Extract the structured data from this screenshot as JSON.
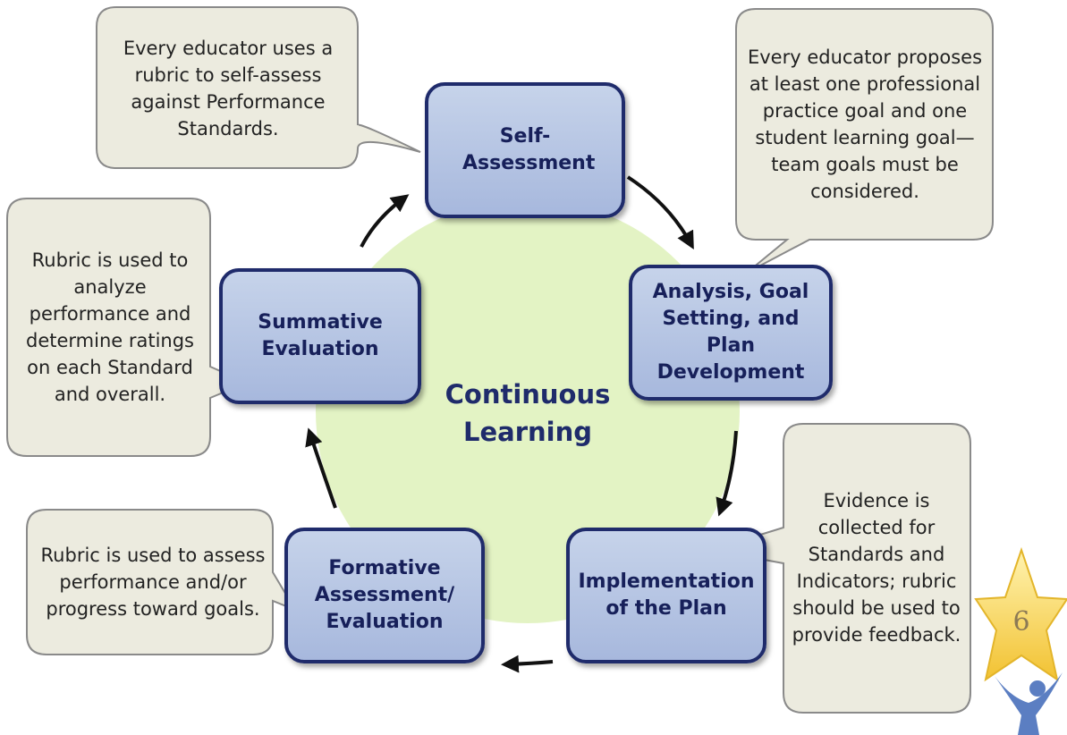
{
  "center": {
    "label": "Continuous Learning"
  },
  "stages": [
    {
      "id": "self-assessment",
      "label": "Self-Assessment"
    },
    {
      "id": "analysis",
      "label": "Analysis, Goal Setting, and Plan Development"
    },
    {
      "id": "implementation",
      "label": "Implementation of the Plan"
    },
    {
      "id": "formative",
      "label": "Formative Assessment/ Evaluation"
    },
    {
      "id": "summative",
      "label": "Summative Evaluation"
    }
  ],
  "callouts": [
    {
      "id": "self-assessment",
      "text": "Every educator uses a rubric to self-assess against Performance Standards."
    },
    {
      "id": "analysis",
      "text": "Every educator proposes at least one professional practice goal and one student learning goal—team goals must be considered."
    },
    {
      "id": "implementation",
      "text": "Evidence is collected for Standards and Indicators; rubric should be used to provide feedback."
    },
    {
      "id": "formative",
      "text": "Rubric is used to assess performance and/or progress toward goals."
    },
    {
      "id": "summative",
      "text": "Rubric is used to analyze performance and determine ratings on each Standard and overall."
    }
  ],
  "page_number": "6",
  "colors": {
    "center_circle": "#e3f3c4",
    "box_fill": "#b3c3e3",
    "box_border": "#1f2b6b",
    "callout_fill": "#ecebdf",
    "callout_border": "#8a8a8a",
    "star": "#f7d44c",
    "figure": "#5b7ec2"
  }
}
